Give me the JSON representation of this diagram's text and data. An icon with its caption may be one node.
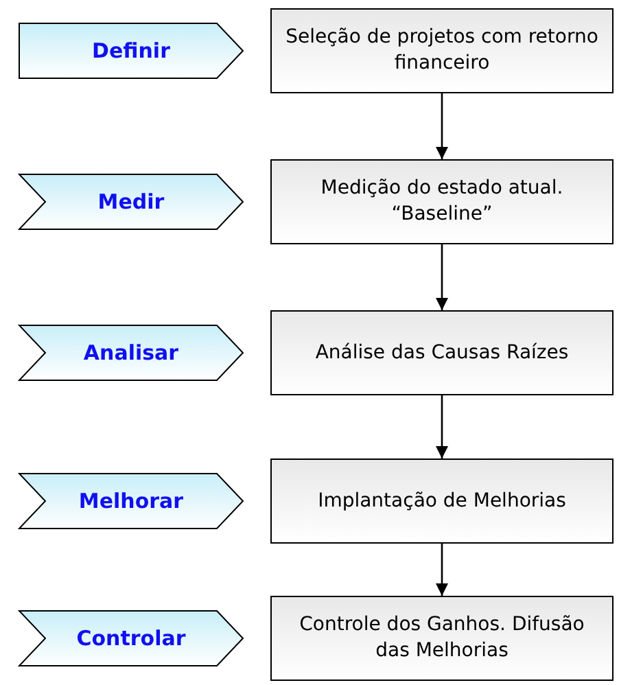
{
  "diagram": {
    "nodes": [
      {
        "text": [
          "Definir"
        ]
      },
      {
        "text": [
          "Seleção de projetos com retorno financeiro"
        ]
      },
      {
        "text": [
          "Medir"
        ]
      },
      {
        "text": [
          "Medição do estado atual. “Baseline”"
        ]
      },
      {
        "text": [
          "Analisar"
        ]
      },
      {
        "text": [
          "Análise das Causas Raízes"
        ]
      },
      {
        "text": [
          "Melhorar"
        ]
      },
      {
        "text": [
          "Implantação de Melhorias"
        ]
      },
      {
        "text": [
          "Controlar"
        ]
      },
      {
        "text": [
          "Controle dos Ganhos. Difusão das Melhorias"
        ]
      }
    ],
    "edges": [
      {
        "from": 1,
        "to": 3,
        "arrow": "to"
      },
      {
        "from": 3,
        "to": 5,
        "arrow": "to"
      },
      {
        "from": 5,
        "to": 7,
        "arrow": "to"
      },
      {
        "from": 7,
        "to": 9,
        "arrow": "to"
      }
    ]
  }
}
